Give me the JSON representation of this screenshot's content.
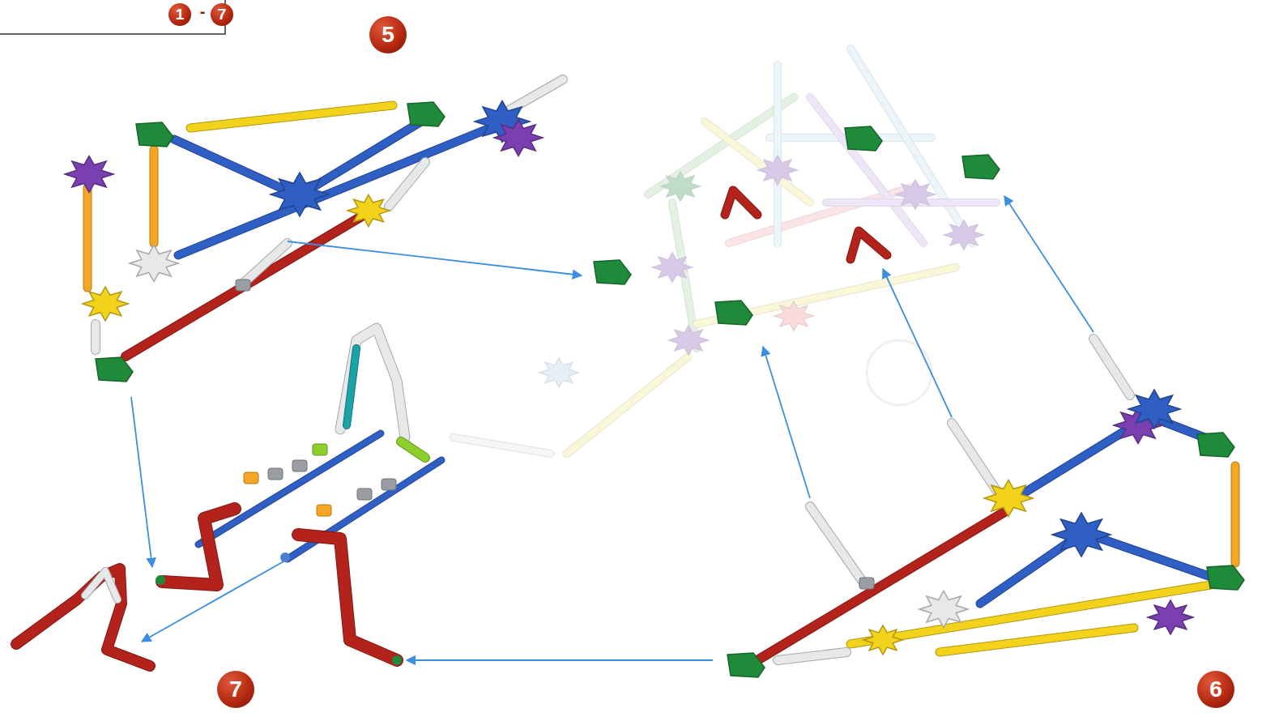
{
  "diagram": {
    "labels": [
      "1",
      "-",
      "7",
      "5",
      "7",
      "6"
    ]
  }
}
